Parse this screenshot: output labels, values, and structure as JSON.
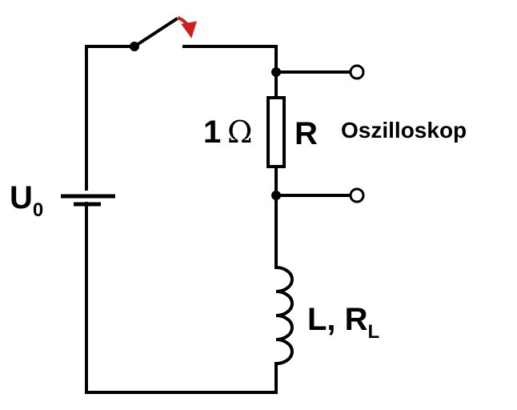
{
  "colors": {
    "wire": "#000000",
    "switch_arrow": "#cc1f1f",
    "background": "#ffffff"
  },
  "labels": {
    "source_main": "U",
    "source_sub": "0",
    "resistance_value": "1",
    "ohm_symbol": "Ω",
    "resistor_name": "R",
    "oscilloscope": "Oszilloskop",
    "inductor_main": "L, R",
    "inductor_sub": "L"
  },
  "components": [
    {
      "name": "battery",
      "label": "U0"
    },
    {
      "name": "switch",
      "label": ""
    },
    {
      "name": "resistor",
      "label": "R",
      "value": "1 Ω"
    },
    {
      "name": "inductor",
      "label": "L, RL"
    },
    {
      "name": "oscilloscope-terminals",
      "label": "Oszilloskop"
    }
  ]
}
